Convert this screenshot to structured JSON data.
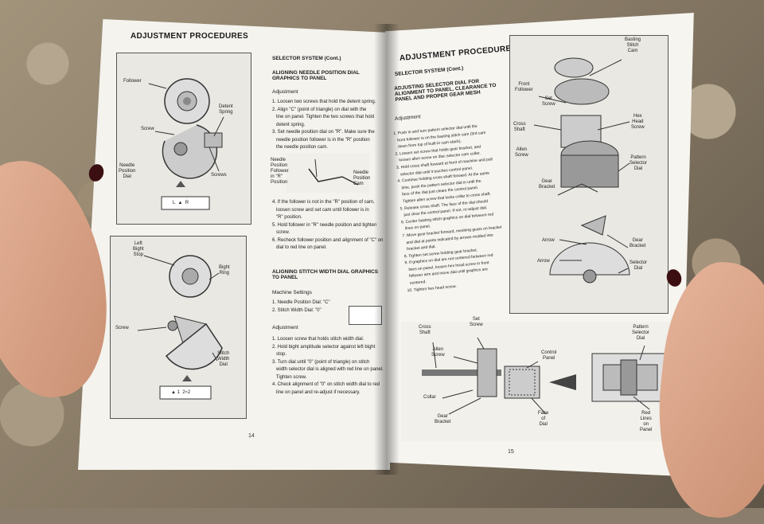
{
  "left_page": {
    "header": "ADJUSTMENT PROCEDURES",
    "section": "SELECTOR SYSTEM (Cont.)",
    "subsection_1": "ALIGNING NEEDLE POSITION DIAL GRAPHICS TO PANEL",
    "adjustment_label": "Adjustment",
    "steps_1": "1. Loosen two screws that hold the detent spring.\n2. Align \"C\" (point of triangle) on dial with the\n   line on panel. Tighten the two screws that hold\n   detent spring.\n3. Set needle position dial on \"R\". Make sure the\n   needle position follower is in the \"R\" position\n   the needle position cam.",
    "steps_2": "4. If the follower is not in the \"R\" position of cam,\n   loosen screw and set cam until follower is in\n   \"R\" position.\n5. Hold follower in \"R\" needle position and tighten\n   screw.\n6. Recheck follower position and alignment of \"C\" on\n   dial to red line on panel.",
    "subsection_2": "ALIGNING STITCH WIDTH DIAL GRAPHICS TO PANEL",
    "machine_settings_label": "Machine Settings",
    "settings": "1. Needle Position Dial: \"C\"\n2. Stitch Width Dial: \"0\"",
    "adjustment_label_2": "Adjustment",
    "steps_3": "1. Loosen screw that holds stitch width dial.\n2. Hold bight amplitude selector against left bight\n   stop.\n3. Turn dial until \"0\" (point of triangle) on stitch\n   width selector dial is aligned with red line on panel.\n   Tighten screw.\n4. Check alignment of \"0\" on stitch width dial to red\n   line on panel and re-adjust if necessary.",
    "fig1_labels": {
      "follower": "Follower",
      "screw": "Screw",
      "detent": "Detent\nSpring",
      "needle_dial": "Needle\nPosition\nDial",
      "screws": "Screws",
      "dial_text": "L  ▲  R"
    },
    "inset_labels": {
      "needle_follower": "Needle\nPosition\nFollower\nin \"R\"\nPosition",
      "needle_cam": "Needle\nPosition\nCam"
    },
    "fig2_labels": {
      "left_bight": "Left\nBight\nStop",
      "bight_ring": "Bight\nRing",
      "screw": "Screw",
      "stitch_width": "Stitch\nWidth\nDial",
      "dial_text": "▲ 1  2≈2"
    },
    "page_number": "14"
  },
  "right_page": {
    "header": "ADJUSTMENT PROCEDURES",
    "section": "SELECTOR SYSTEM (Cont.)",
    "subsection": "ADJUSTING SELECTOR DIAL FOR ALIGNMENT TO PANEL, CLEARANCE TO PANEL AND PROPER GEAR MESH",
    "adjustment_label": "Adjustment",
    "steps": "1. Push in and turn pattern selector dial until the\n   front follower is on the basting stitch cam (3rd cam\n   down from top of built-in cam stack).\n2. Loosen set screw that holds gear bracket, and\n   loosen allen screw on disc selector cam collar.\n3. Hold cross shaft forward at front of machine and pull\n   selector dial until it touches control panel.\n4. Continue holding cross shaft forward. At the same\n   time, push the pattern selector dial in until the\n   face of the dial just clears the control panel.\n   Tighten allen screw that locks collar to cross shaft.\n5. Release cross shaft. The face of the dial should\n   just clear the control panel. If not, re-adjust dial.\n6. Center basting stitch graphics on dial between red\n   lines on panel.\n7. Move gear bracket forward, meshing gears on bracket\n   and dial at points indicated by arrows molded into\n   bracket and dial.\n8. Tighten set screw holding gear bracket.\n9. If graphics on dial are not centered between red\n   lines on panel, loosen hex head screw in front\n   follower arm and move dial until graphics are\n   centered.\n10. Tighten hex head screw.",
    "fig_top_labels": {
      "basting": "Basting\nStitch\nCam",
      "front_follower": "Front\nFollower",
      "set_screw": "Set\nScrew",
      "cross_shaft": "Cross\nShaft",
      "hex_head": "Hex\nHead\nScrew",
      "allen": "Allen\nScrew",
      "pattern_dial": "Pattern\nSelector\nDial",
      "gear_bracket": "Gear\nBracket"
    },
    "fig_mid_labels": {
      "arrow1": "Arrow",
      "arrow2": "Arrow",
      "gear_bracket": "Gear\nBracket",
      "selector_dial": "Selector\nDial"
    },
    "fig_bottom_labels": {
      "cross_shaft": "Cross\nShaft",
      "set_screw": "Set\nScrew",
      "allen": "Allen\nScrew",
      "collar": "Collar",
      "gear_bracket": "Gear\nBracket",
      "control_panel": "Control\nPanel",
      "face": "Face\nof\nDial",
      "pattern_dial": "Pattern\nSelector\nDial",
      "red_lines": "Red\nLines\non\nPanel"
    },
    "page_number": "15"
  }
}
